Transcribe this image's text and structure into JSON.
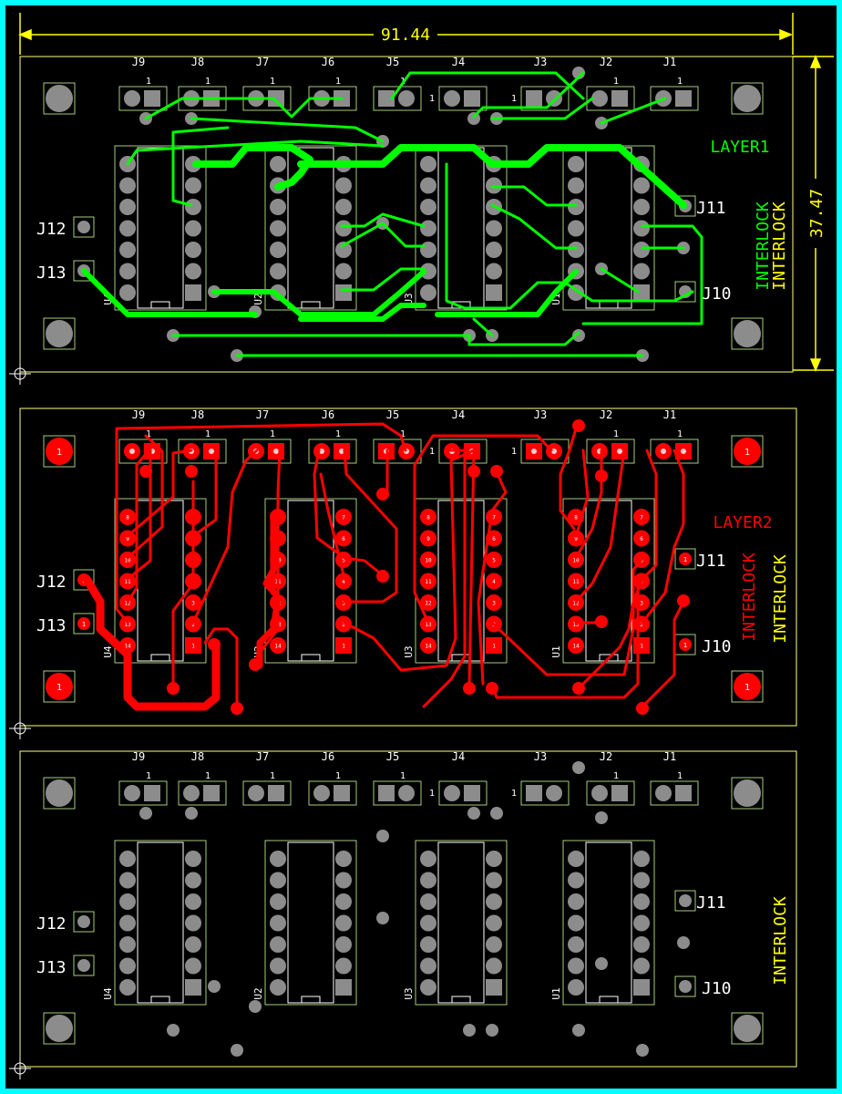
{
  "dimensions": {
    "width": "91.44",
    "height": "37.47"
  },
  "colors": {
    "background": "#000000",
    "frame": "#00ffff",
    "dimension": "#ffff00",
    "outline": "#ffff80",
    "silk": "#ccff99",
    "pad": "#8c8c8c",
    "layer1": "#00ff00",
    "layer2": "#ff0000",
    "text": "#ffffff"
  },
  "connectors": [
    "J9",
    "J8",
    "J7",
    "J6",
    "J5",
    "J4",
    "J3",
    "J2",
    "J1"
  ],
  "pin_one_marker": "1",
  "side_connectors": {
    "j10": "J10",
    "j11": "J11",
    "j12": "J12",
    "j13": "J13"
  },
  "chips": [
    "U4",
    "U2",
    "U3",
    "U1"
  ],
  "pin_numbers": {
    "left": [
      "8",
      "9",
      "10",
      "11",
      "12",
      "13",
      "14"
    ],
    "right": [
      "7",
      "6",
      "5",
      "4",
      "3",
      "2",
      "1"
    ]
  },
  "panels": [
    {
      "id": "top",
      "layer_label": "LAYER1",
      "interlock_labels": [
        "INTERLOCK",
        "INTERLOCK"
      ]
    },
    {
      "id": "middle",
      "layer_label": "LAYER2",
      "interlock_labels": [
        "INTERLOCK",
        "INTERLOCK"
      ]
    },
    {
      "id": "bottom",
      "layer_label": "",
      "interlock_labels": [
        "INTERLOCK"
      ]
    }
  ]
}
